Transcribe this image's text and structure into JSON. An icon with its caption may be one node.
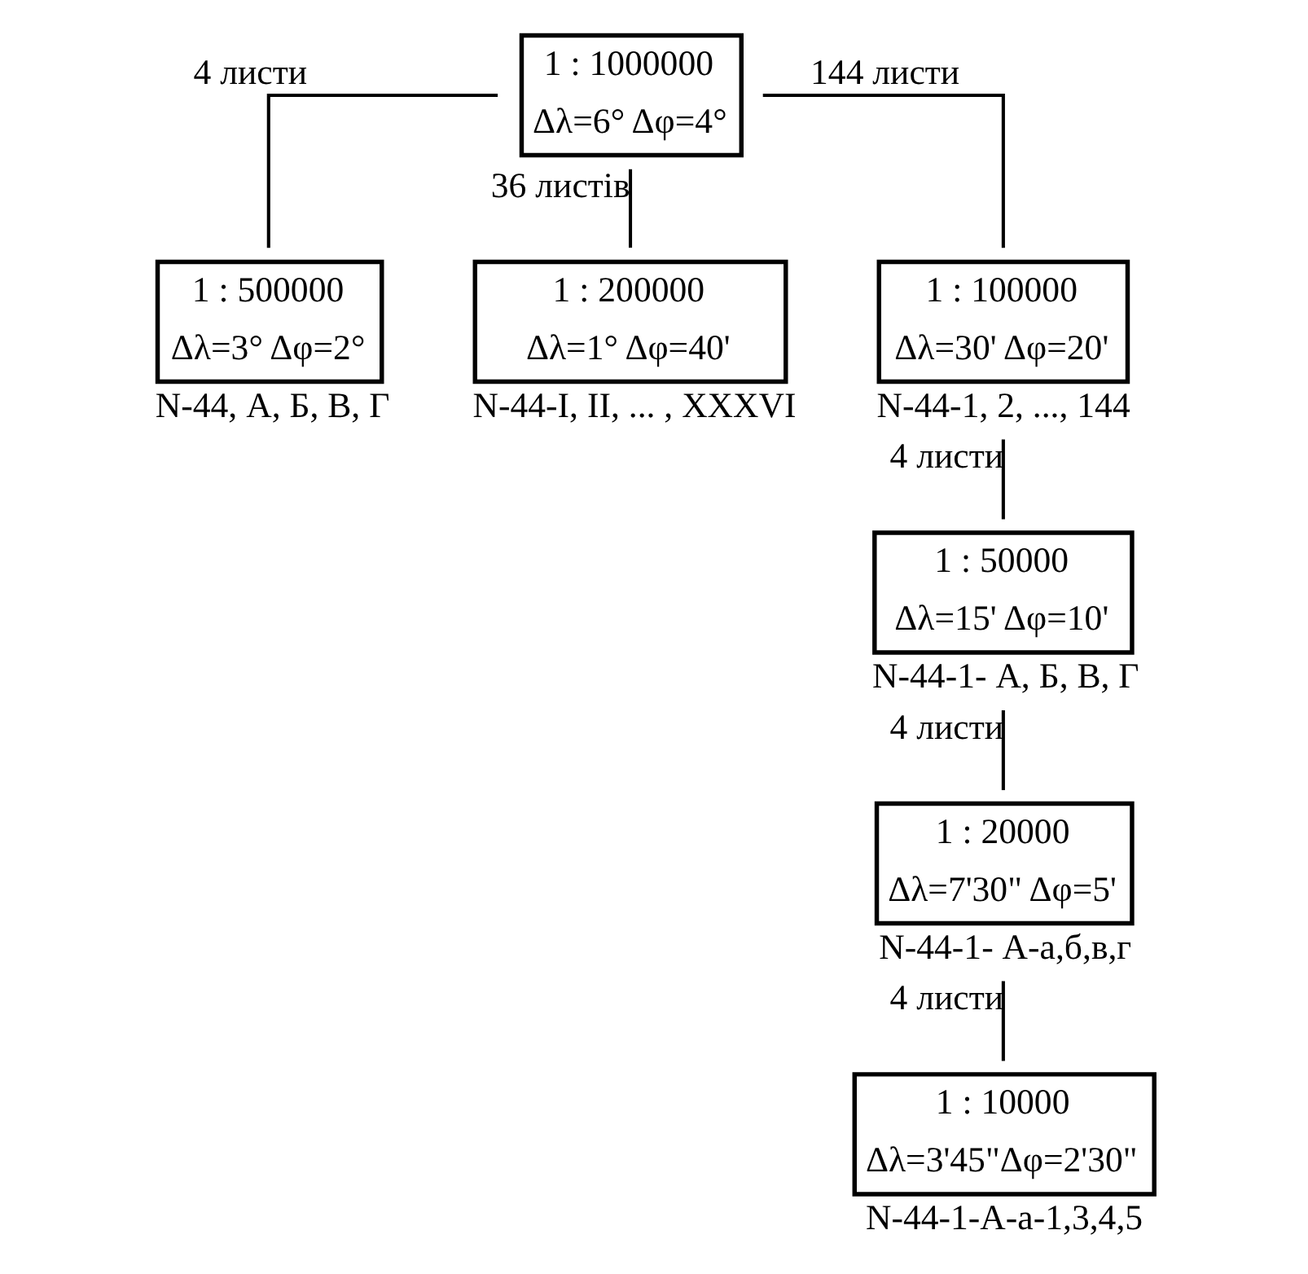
{
  "diagram": {
    "nodes": [
      {
        "text": [
          "1 : 1000000",
          "Δλ=6° Δφ=4°"
        ]
      },
      {
        "text": [
          "1 : 500000",
          "Δλ=3° Δφ=2°"
        ],
        "beside": [
          "N-44, А, Б, В, Г"
        ]
      },
      {
        "text": [
          "1 : 200000",
          "Δλ=1° Δφ=40'"
        ],
        "beside": [
          "N-44-I, II, ... , XXXVI"
        ]
      },
      {
        "text": [
          "1 : 100000",
          "Δλ=30' Δφ=20'"
        ],
        "beside": [
          "N-44-1, 2, ..., 144"
        ]
      },
      {
        "text": [
          "1 : 50000",
          "Δλ=15' Δφ=10'"
        ],
        "beside": [
          "N-44-1- А, Б, В, Г"
        ]
      },
      {
        "text": [
          "1 : 20000",
          "Δλ=7'30\" Δφ=5'"
        ],
        "beside": [
          "N-44-1- А-а,б,в,г"
        ]
      },
      {
        "text": [
          "1 : 10000",
          "Δλ=3'45\"Δφ=2'30\""
        ],
        "beside": [
          "N-44-1-А-а-1,3,4,5"
        ]
      }
    ],
    "edges": [
      {
        "from": 0,
        "to": 1,
        "arrow": "none",
        "label": "4 листи"
      },
      {
        "from": 0,
        "to": 2,
        "arrow": "none",
        "label": "36 листів"
      },
      {
        "from": 0,
        "to": 3,
        "arrow": "none",
        "label": "144 листи"
      },
      {
        "from": 3,
        "to": 4,
        "arrow": "none",
        "label": "4 листи"
      },
      {
        "from": 4,
        "to": 5,
        "arrow": "none",
        "label": "4 листи"
      },
      {
        "from": 5,
        "to": 6,
        "arrow": "none",
        "label": "4 листи"
      }
    ]
  }
}
